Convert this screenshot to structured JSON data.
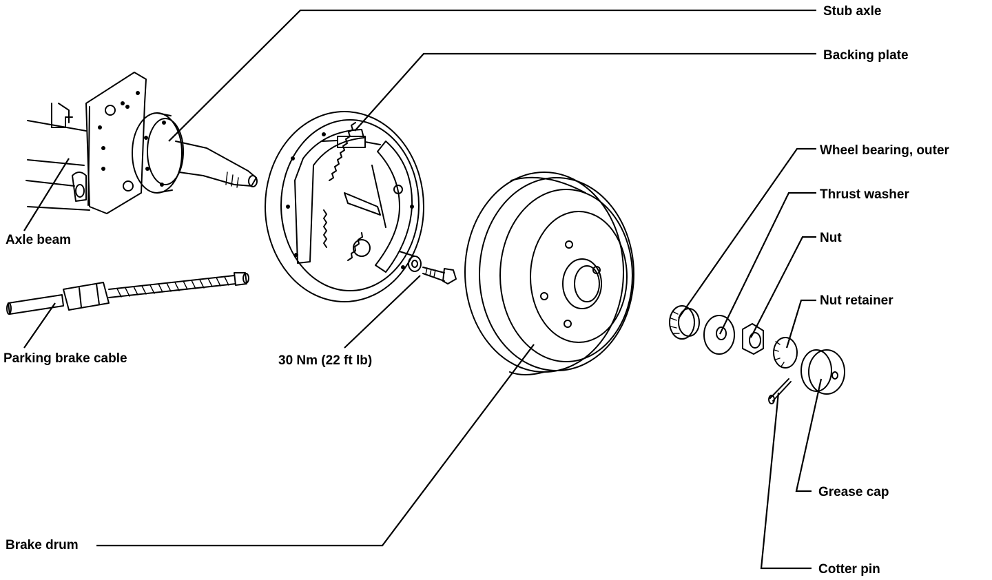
{
  "labels": {
    "stub_axle": "Stub axle",
    "backing_plate": "Backing plate",
    "wheel_bearing_outer": "Wheel bearing, outer",
    "thrust_washer": "Thrust washer",
    "nut": "Nut",
    "nut_retainer": "Nut retainer",
    "axle_beam": "Axle beam",
    "parking_brake_cable": "Parking brake cable",
    "torque_spec": "30 Nm (22 ft lb)",
    "grease_cap": "Grease cap",
    "brake_drum": "Brake drum",
    "cotter_pin": "Cotter pin"
  }
}
